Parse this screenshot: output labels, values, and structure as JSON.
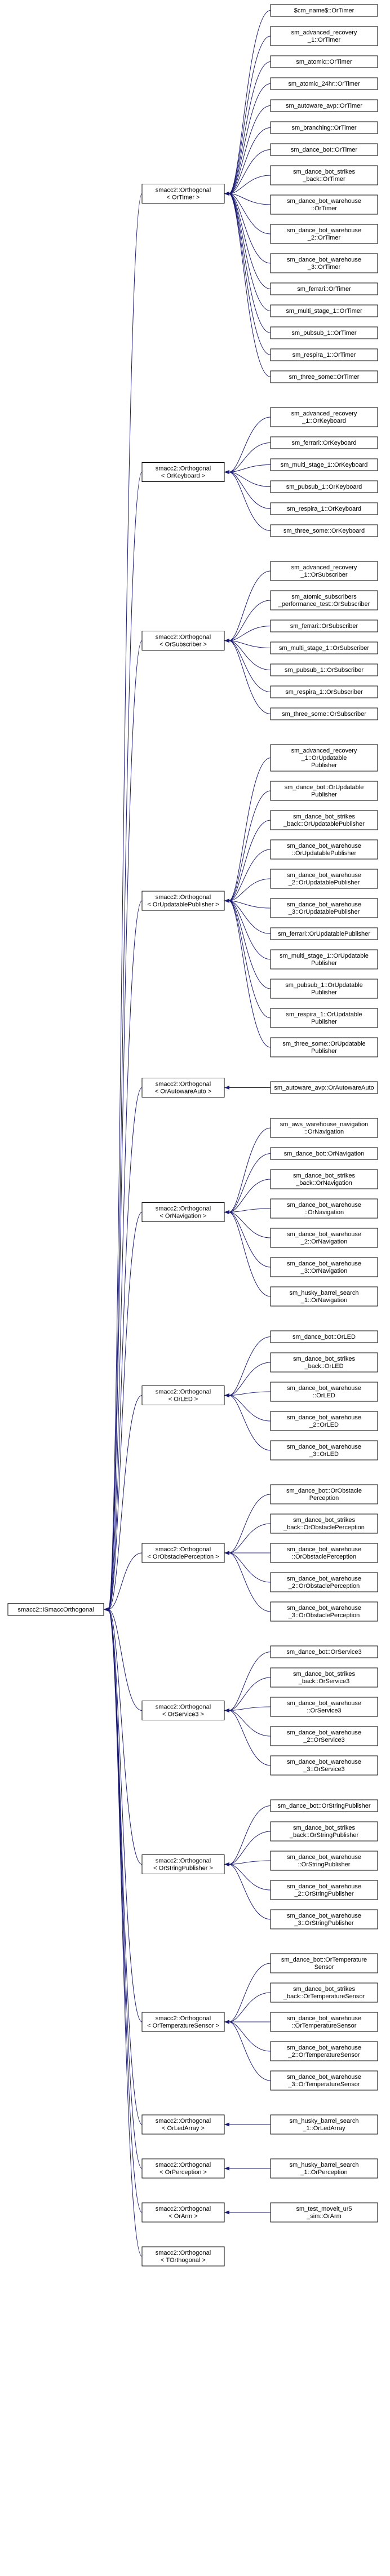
{
  "root": {
    "id": "root",
    "lines": [
      "smacc2::ISmaccOrthogonal"
    ]
  },
  "groups": [
    {
      "id": "g_timer",
      "lines": [
        "smacc2::Orthogonal",
        "< OrTimer >"
      ],
      "children": [
        [
          "$cm_name$::OrTimer"
        ],
        [
          "sm_advanced_recovery",
          "_1::OrTimer"
        ],
        [
          "sm_atomic::OrTimer"
        ],
        [
          "sm_atomic_24hr::OrTimer"
        ],
        [
          "sm_autoware_avp::OrTimer"
        ],
        [
          "sm_branching::OrTimer"
        ],
        [
          "sm_dance_bot::OrTimer"
        ],
        [
          "sm_dance_bot_strikes",
          "_back::OrTimer"
        ],
        [
          "sm_dance_bot_warehouse",
          "::OrTimer"
        ],
        [
          "sm_dance_bot_warehouse",
          "_2::OrTimer"
        ],
        [
          "sm_dance_bot_warehouse",
          "_3::OrTimer"
        ],
        [
          "sm_ferrari::OrTimer"
        ],
        [
          "sm_multi_stage_1::OrTimer"
        ],
        [
          "sm_pubsub_1::OrTimer"
        ],
        [
          "sm_respira_1::OrTimer"
        ],
        [
          "sm_three_some::OrTimer"
        ]
      ]
    },
    {
      "id": "g_keyboard",
      "lines": [
        "smacc2::Orthogonal",
        "< OrKeyboard >"
      ],
      "children": [
        [
          "sm_advanced_recovery",
          "_1::OrKeyboard"
        ],
        [
          "sm_ferrari::OrKeyboard"
        ],
        [
          "sm_multi_stage_1::OrKeyboard"
        ],
        [
          "sm_pubsub_1::OrKeyboard"
        ],
        [
          "sm_respira_1::OrKeyboard"
        ],
        [
          "sm_three_some::OrKeyboard"
        ]
      ]
    },
    {
      "id": "g_subscriber",
      "lines": [
        "smacc2::Orthogonal",
        "< OrSubscriber >"
      ],
      "children": [
        [
          "sm_advanced_recovery",
          "_1::OrSubscriber"
        ],
        [
          "sm_atomic_subscribers",
          "_performance_test::OrSubscriber"
        ],
        [
          "sm_ferrari::OrSubscriber"
        ],
        [
          "sm_multi_stage_1::OrSubscriber"
        ],
        [
          "sm_pubsub_1::OrSubscriber"
        ],
        [
          "sm_respira_1::OrSubscriber"
        ],
        [
          "sm_three_some::OrSubscriber"
        ]
      ]
    },
    {
      "id": "g_updpub",
      "lines": [
        "smacc2::Orthogonal",
        "< OrUpdatablePublisher >"
      ],
      "children": [
        [
          "sm_advanced_recovery",
          "_1::OrUpdatable",
          "Publisher"
        ],
        [
          "sm_dance_bot::OrUpdatable",
          "Publisher"
        ],
        [
          "sm_dance_bot_strikes",
          "_back::OrUpdatablePublisher"
        ],
        [
          "sm_dance_bot_warehouse",
          "::OrUpdatablePublisher"
        ],
        [
          "sm_dance_bot_warehouse",
          "_2::OrUpdatablePublisher"
        ],
        [
          "sm_dance_bot_warehouse",
          "_3::OrUpdatablePublisher"
        ],
        [
          "sm_ferrari::OrUpdatablePublisher"
        ],
        [
          "sm_multi_stage_1::OrUpdatable",
          "Publisher"
        ],
        [
          "sm_pubsub_1::OrUpdatable",
          "Publisher"
        ],
        [
          "sm_respira_1::OrUpdatable",
          "Publisher"
        ],
        [
          "sm_three_some::OrUpdatable",
          "Publisher"
        ]
      ]
    },
    {
      "id": "g_autoware",
      "lines": [
        "smacc2::Orthogonal",
        "< OrAutowareAuto >"
      ],
      "children": [
        [
          "sm_autoware_avp::OrAutowareAuto"
        ]
      ]
    },
    {
      "id": "g_navigation",
      "lines": [
        "smacc2::Orthogonal",
        "< OrNavigation >"
      ],
      "children": [
        [
          "sm_aws_warehouse_navigation",
          "::OrNavigation"
        ],
        [
          "sm_dance_bot::OrNavigation"
        ],
        [
          "sm_dance_bot_strikes",
          "_back::OrNavigation"
        ],
        [
          "sm_dance_bot_warehouse",
          "::OrNavigation"
        ],
        [
          "sm_dance_bot_warehouse",
          "_2::OrNavigation"
        ],
        [
          "sm_dance_bot_warehouse",
          "_3::OrNavigation"
        ],
        [
          "sm_husky_barrel_search",
          "_1::OrNavigation"
        ]
      ]
    },
    {
      "id": "g_led",
      "lines": [
        "smacc2::Orthogonal",
        "< OrLED >"
      ],
      "children": [
        [
          "sm_dance_bot::OrLED"
        ],
        [
          "sm_dance_bot_strikes",
          "_back::OrLED"
        ],
        [
          "sm_dance_bot_warehouse",
          "::OrLED"
        ],
        [
          "sm_dance_bot_warehouse",
          "_2::OrLED"
        ],
        [
          "sm_dance_bot_warehouse",
          "_3::OrLED"
        ]
      ]
    },
    {
      "id": "g_obstacle",
      "lines": [
        "smacc2::Orthogonal",
        "< OrObstaclePerception >"
      ],
      "children": [
        [
          "sm_dance_bot::OrObstacle",
          "Perception"
        ],
        [
          "sm_dance_bot_strikes",
          "_back::OrObstaclePerception"
        ],
        [
          "sm_dance_bot_warehouse",
          "::OrObstaclePerception"
        ],
        [
          "sm_dance_bot_warehouse",
          "_2::OrObstaclePerception"
        ],
        [
          "sm_dance_bot_warehouse",
          "_3::OrObstaclePerception"
        ]
      ]
    },
    {
      "id": "g_service3",
      "lines": [
        "smacc2::Orthogonal",
        "< OrService3 >"
      ],
      "children": [
        [
          "sm_dance_bot::OrService3"
        ],
        [
          "sm_dance_bot_strikes",
          "_back::OrService3"
        ],
        [
          "sm_dance_bot_warehouse",
          "::OrService3"
        ],
        [
          "sm_dance_bot_warehouse",
          "_2::OrService3"
        ],
        [
          "sm_dance_bot_warehouse",
          "_3::OrService3"
        ]
      ]
    },
    {
      "id": "g_stringpub",
      "lines": [
        "smacc2::Orthogonal",
        "< OrStringPublisher >"
      ],
      "children": [
        [
          "sm_dance_bot::OrStringPublisher"
        ],
        [
          "sm_dance_bot_strikes",
          "_back::OrStringPublisher"
        ],
        [
          "sm_dance_bot_warehouse",
          "::OrStringPublisher"
        ],
        [
          "sm_dance_bot_warehouse",
          "_2::OrStringPublisher"
        ],
        [
          "sm_dance_bot_warehouse",
          "_3::OrStringPublisher"
        ]
      ]
    },
    {
      "id": "g_temp",
      "lines": [
        "smacc2::Orthogonal",
        "< OrTemperatureSensor >"
      ],
      "children": [
        [
          "sm_dance_bot::OrTemperature",
          "Sensor"
        ],
        [
          "sm_dance_bot_strikes",
          "_back::OrTemperatureSensor"
        ],
        [
          "sm_dance_bot_warehouse",
          "::OrTemperatureSensor"
        ],
        [
          "sm_dance_bot_warehouse",
          "_2::OrTemperatureSensor"
        ],
        [
          "sm_dance_bot_warehouse",
          "_3::OrTemperatureSensor"
        ]
      ]
    },
    {
      "id": "g_ledarray",
      "lines": [
        "smacc2::Orthogonal",
        "< OrLedArray >"
      ],
      "children": [
        [
          "sm_husky_barrel_search",
          "_1::OrLedArray"
        ]
      ]
    },
    {
      "id": "g_perception",
      "lines": [
        "smacc2::Orthogonal",
        "< OrPerception >"
      ],
      "children": [
        [
          "sm_husky_barrel_search",
          "_1::OrPerception"
        ]
      ]
    },
    {
      "id": "g_arm",
      "lines": [
        "smacc2::Orthogonal",
        "< OrArm >"
      ],
      "children": [
        [
          "sm_test_moveit_ur5",
          "_sim::OrArm"
        ]
      ]
    },
    {
      "id": "g_torth",
      "lines": [
        "smacc2::Orthogonal",
        "< TOrthogonal >"
      ],
      "children": []
    }
  ]
}
